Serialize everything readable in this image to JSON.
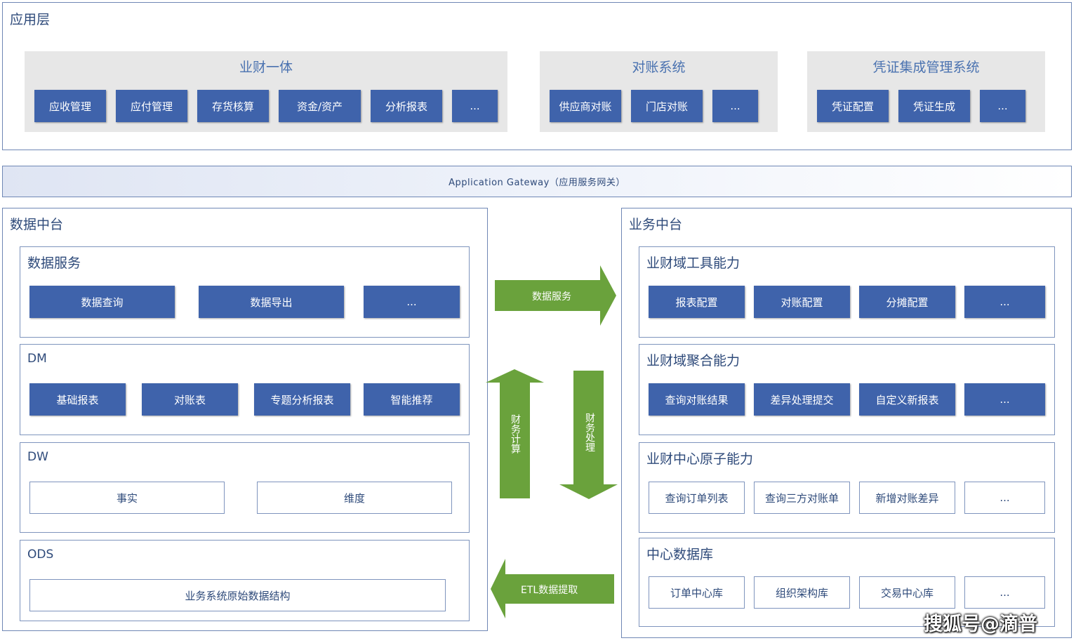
{
  "app_layer": {
    "title": "应用层",
    "groups": [
      {
        "title": "业财一体",
        "items": [
          "应收管理",
          "应付管理",
          "存货核算",
          "资金/资产",
          "分析报表",
          "..."
        ]
      },
      {
        "title": "对账系统",
        "items": [
          "供应商对账",
          "门店对账",
          "..."
        ]
      },
      {
        "title": "凭证集成管理系统",
        "items": [
          "凭证配置",
          "凭证生成",
          "..."
        ]
      }
    ]
  },
  "gateway": {
    "label": "Application Gateway（应用服务网关）"
  },
  "data_platform": {
    "title": "数据中台",
    "layers": [
      {
        "title": "数据服务",
        "items": [
          "数据查询",
          "数据导出",
          "..."
        ]
      },
      {
        "title": "DM",
        "items": [
          "基础报表",
          "对账表",
          "专题分析报表",
          "智能推荐"
        ]
      },
      {
        "title": "DW",
        "items": [
          "事实",
          "维度"
        ]
      },
      {
        "title": "ODS",
        "items": [
          "业务系统原始数据结构"
        ]
      }
    ]
  },
  "business_platform": {
    "title": "业务中台",
    "layers": [
      {
        "title": "业财域工具能力",
        "items": [
          "报表配置",
          "对账配置",
          "分摊配置",
          "..."
        ]
      },
      {
        "title": "业财域聚合能力",
        "items": [
          "查询对账结果",
          "差异处理提交",
          "自定义新报表",
          "..."
        ]
      },
      {
        "title": "业财中心原子能力",
        "items": [
          "查询订单列表",
          "查询三方对账单",
          "新增对账差异",
          "..."
        ]
      },
      {
        "title": "中心数据库",
        "items": [
          "订单中心库",
          "组织架构库",
          "交易中心库",
          "..."
        ]
      }
    ]
  },
  "arrows": {
    "data_service": "数据服务",
    "finance_calc": "财务计算",
    "finance_process": "财务处理",
    "etl": "ETL数据提取"
  },
  "watermark": "搜狐号@滴普",
  "colors": {
    "button_blue": "#3f63ab",
    "arrow_green": "#6aa23c",
    "group_gray": "#e7e7e7",
    "frame_border": "#6f87b5"
  }
}
